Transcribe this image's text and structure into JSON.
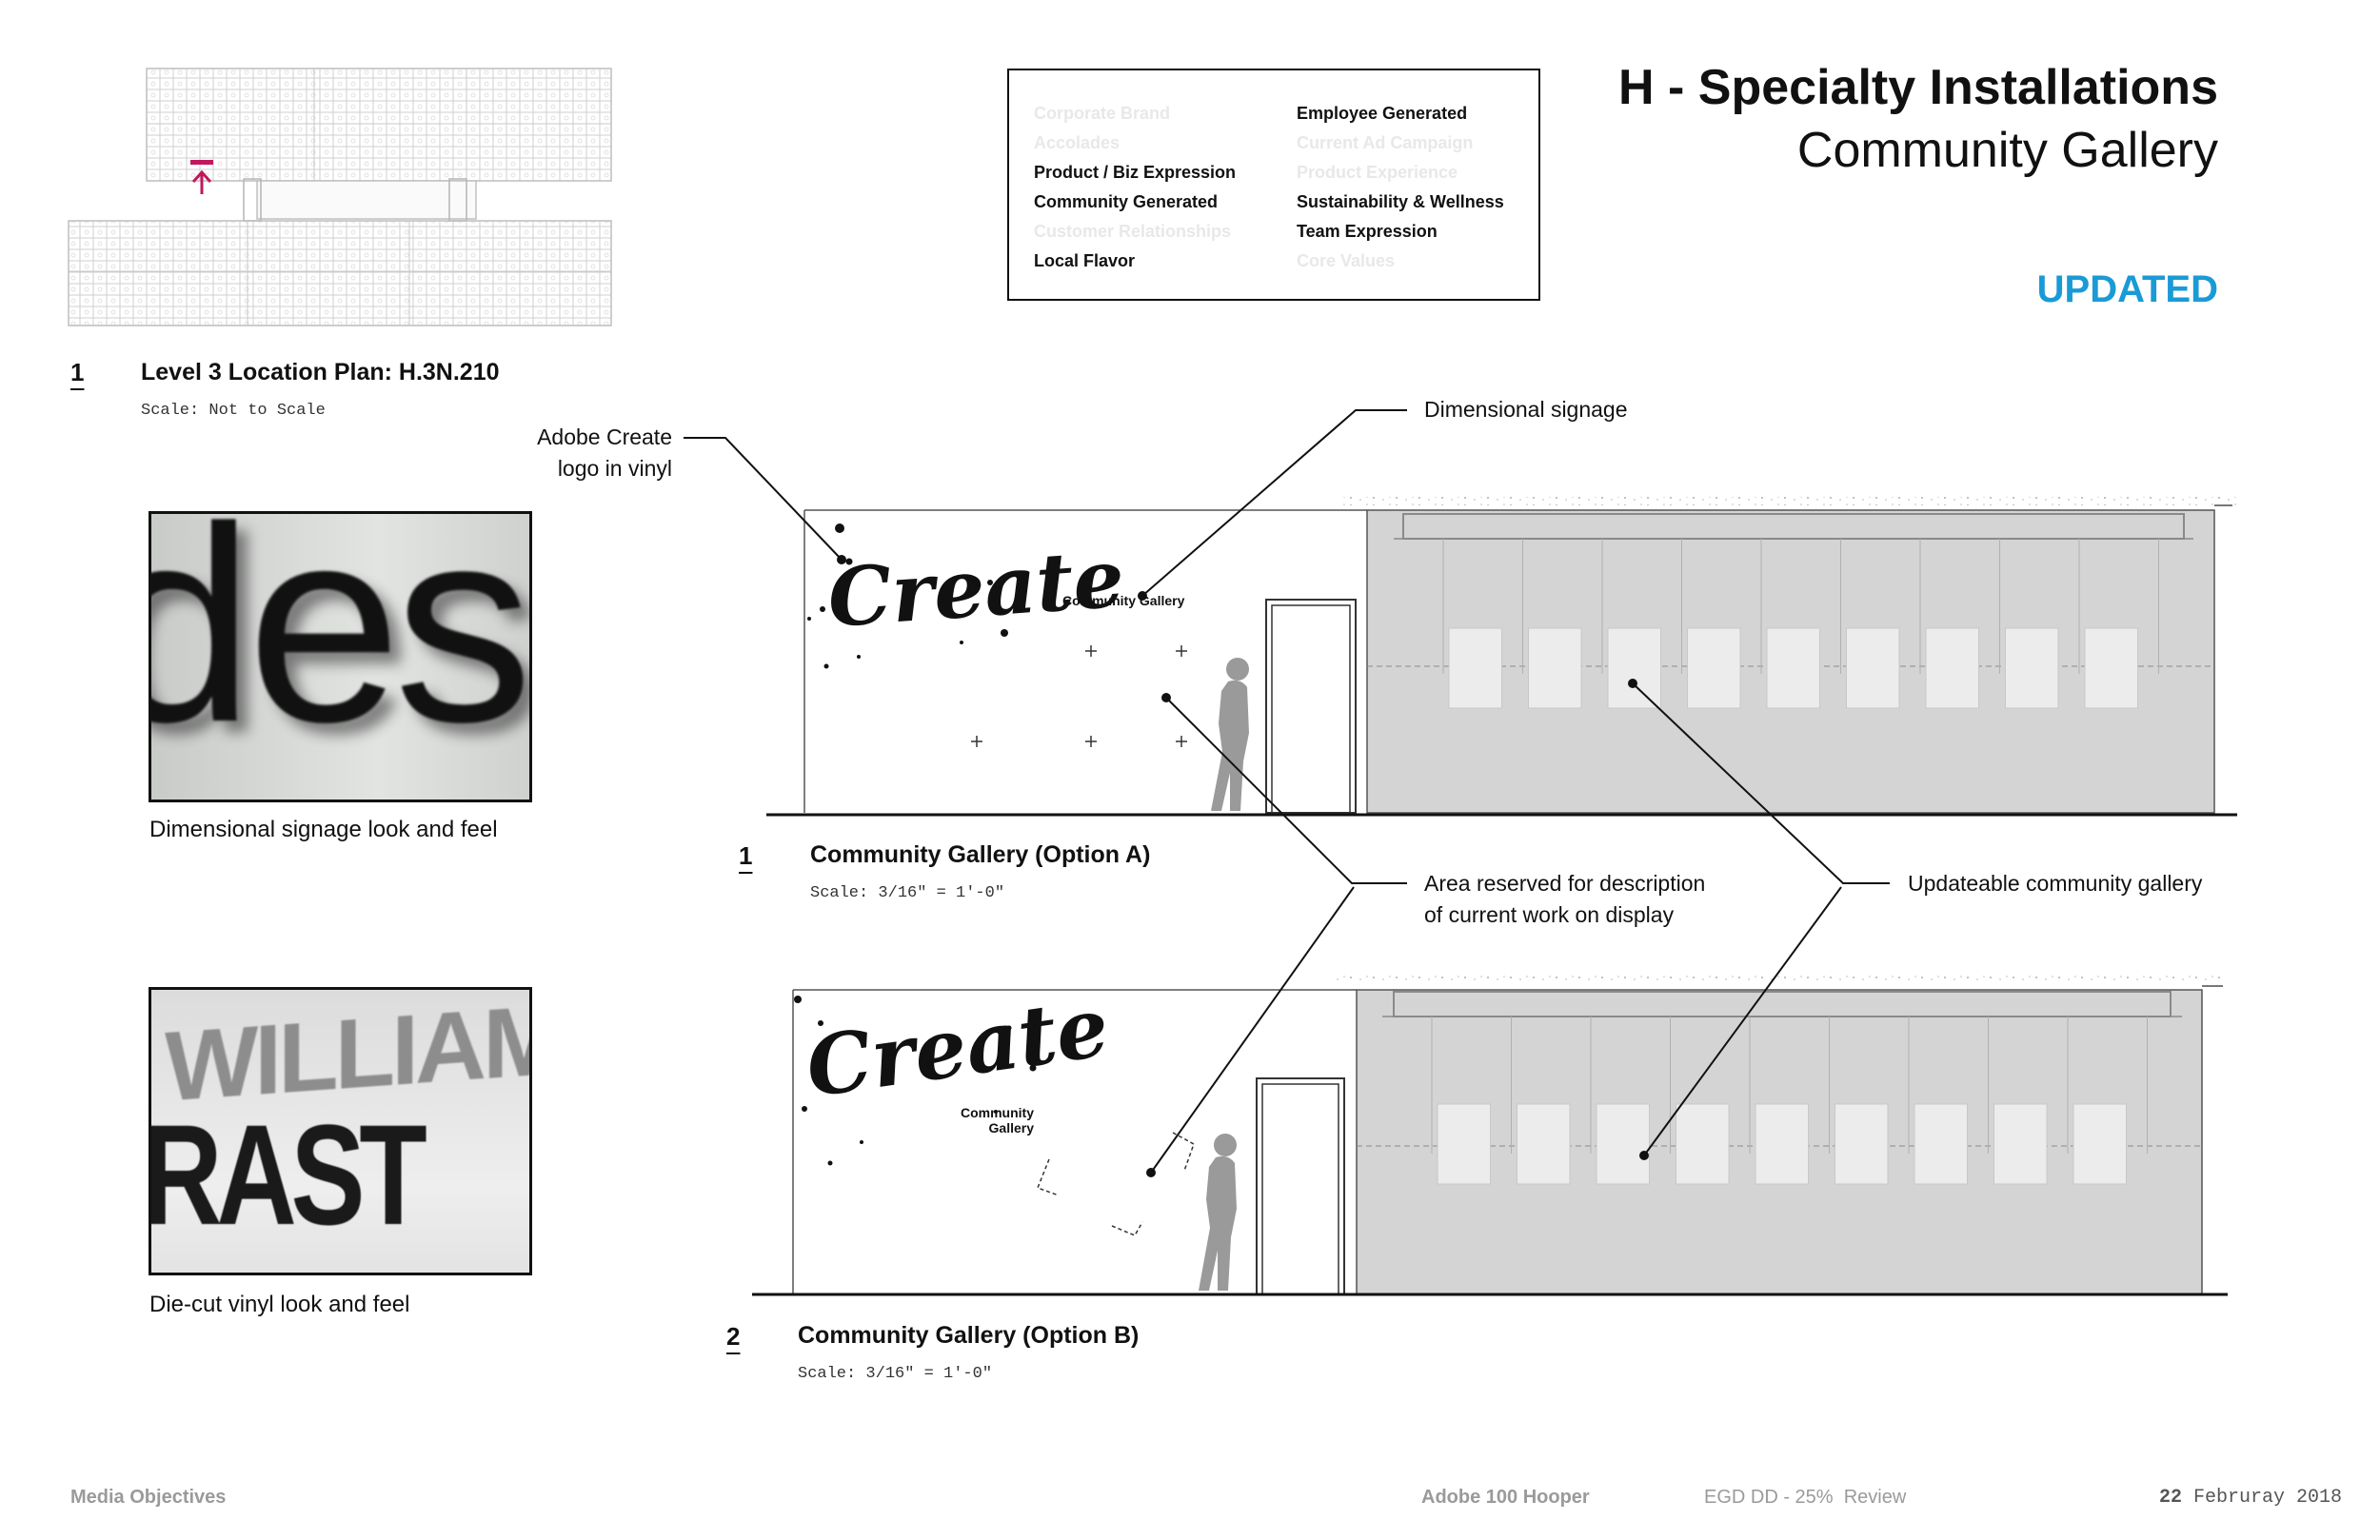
{
  "header": {
    "title": "H - Specialty Installations",
    "subtitle": "Community Gallery",
    "status": "UPDATED"
  },
  "legend": {
    "col1": [
      {
        "label": "Corporate Brand",
        "active": false
      },
      {
        "label": "Accolades",
        "active": false
      },
      {
        "label": "Product / Biz Expression",
        "active": true
      },
      {
        "label": "Community Generated",
        "active": true
      },
      {
        "label": "Customer Relationships",
        "active": false
      },
      {
        "label": "Local Flavor",
        "active": true
      }
    ],
    "col2": [
      {
        "label": "Employee Generated",
        "active": true
      },
      {
        "label": "Current Ad Campaign",
        "active": false
      },
      {
        "label": "Product Experience",
        "active": false
      },
      {
        "label": "Sustainability & Wellness",
        "active": true
      },
      {
        "label": "Team Expression",
        "active": true
      },
      {
        "label": "Core Values",
        "active": false
      }
    ]
  },
  "location_plan": {
    "number": "1",
    "title": "Level 3 Location Plan: H.3N.210",
    "scale": "Scale: Not to Scale"
  },
  "photos": [
    {
      "text": "desk",
      "caption": "Dimensional signage look and feel"
    },
    {
      "text_top": "WILLIAM",
      "text_bottom": "RAST",
      "caption": "Die-cut vinyl look and feel"
    }
  ],
  "callouts": {
    "logo": [
      "Adobe Create",
      "logo in vinyl"
    ],
    "signage": "Dimensional signage",
    "description": [
      "Area reserved for description",
      "of current work on display"
    ],
    "gallery": "Updateable community gallery"
  },
  "elevation_a": {
    "number": "1",
    "title": "Community Gallery (Option A)",
    "scale": "Scale: 3/16\" = 1'-0\"",
    "logo_text": "Create",
    "sign_text": "Community Gallery"
  },
  "elevation_b": {
    "number": "2",
    "title": "Community Gallery (Option B)",
    "scale": "Scale: 3/16\" = 1'-0\"",
    "logo_text": "Create",
    "sign_line1": "Community",
    "sign_line2": "Gallery"
  },
  "footer": {
    "left": "Media Objectives",
    "project": "Adobe 100 Hooper",
    "review": "EGD DD - 25%  Review",
    "date_day": "22",
    "date_rest": "Februray 2018"
  },
  "colors": {
    "accent": "#1a9ad6",
    "marker": "#c2185b",
    "wall_gray": "#d4d4d4",
    "figure_gray": "#9a9a9a"
  }
}
